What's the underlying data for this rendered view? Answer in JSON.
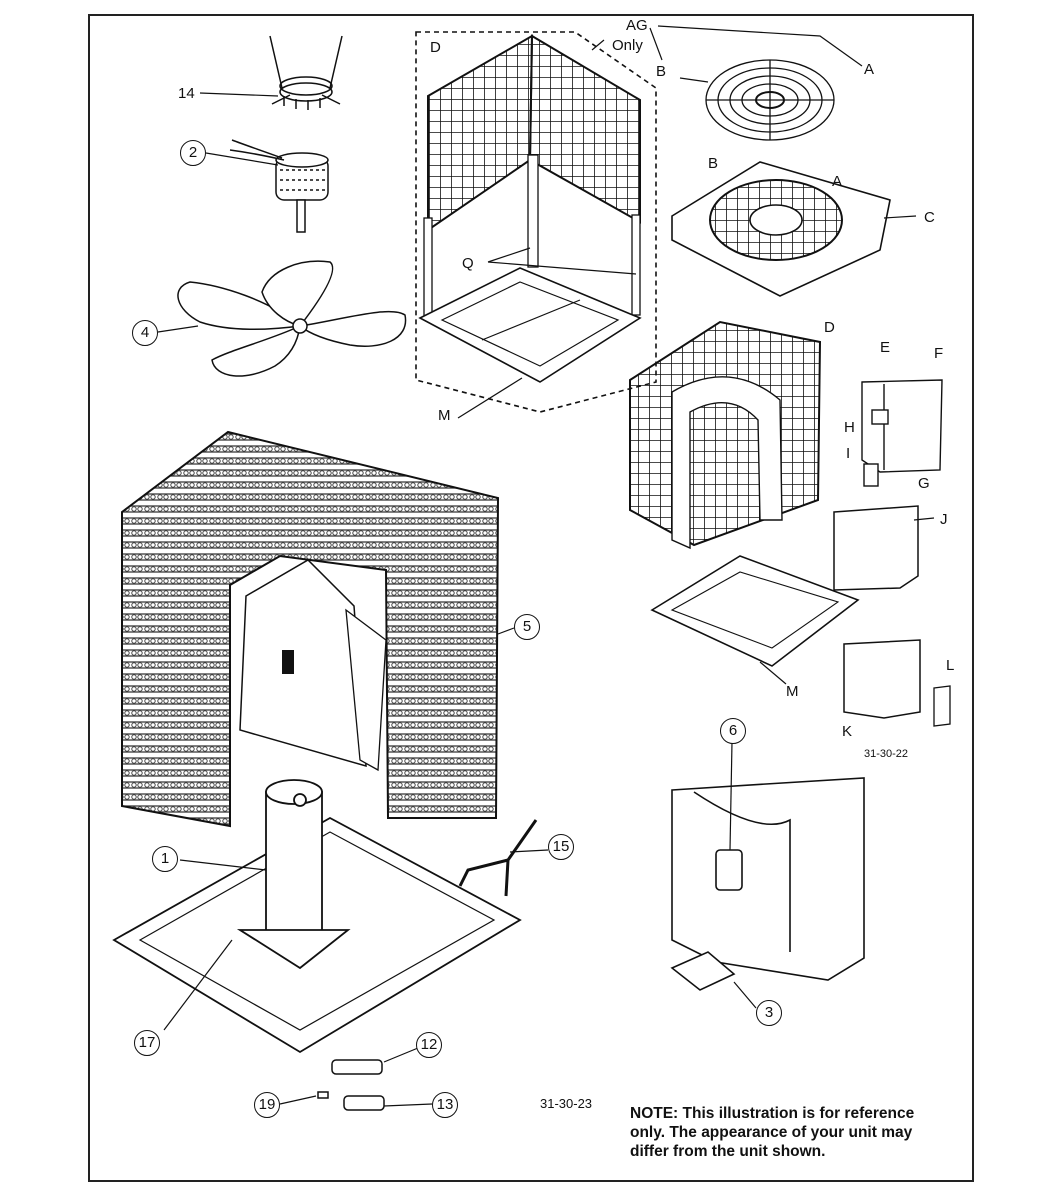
{
  "labels": {
    "ag": "AG",
    "only": "Only",
    "a": "A",
    "b": "B",
    "c": "C",
    "d": "D",
    "e": "E",
    "f": "F",
    "g": "G",
    "h": "H",
    "i": "I",
    "j": "J",
    "k": "K",
    "l": "L",
    "m": "M",
    "q": "Q",
    "p1": "1",
    "p2": "2",
    "p3": "3",
    "p4": "4",
    "p5": "5",
    "p6": "6",
    "p12": "12",
    "p13": "13",
    "p14": "14",
    "p15": "15",
    "p17": "17",
    "p19": "19"
  },
  "figure_codes": {
    "upper": "31-30-22",
    "lower": "31-30-23"
  },
  "note": "NOTE: This illustration is for reference only. The appearance of your unit may differ from the unit shown."
}
